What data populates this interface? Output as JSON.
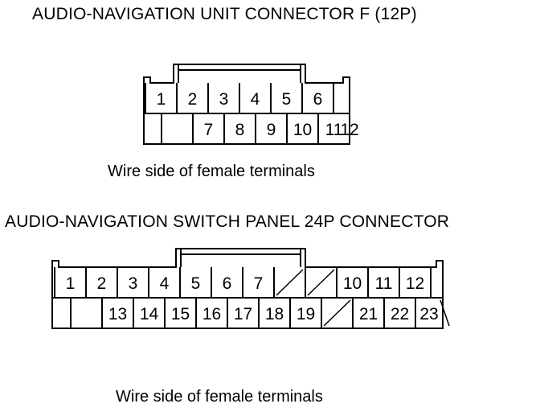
{
  "connector_f": {
    "title": "AUDIO-NAVIGATION UNIT CONNECTOR F (12P)",
    "caption": "Wire side of female terminals",
    "top_row": [
      "1",
      "2",
      "3",
      "4",
      "5",
      "6",
      ""
    ],
    "bottom_row": [
      "",
      "7",
      "8",
      "9",
      "10",
      "11",
      "12"
    ]
  },
  "connector_24p": {
    "title": "AUDIO-NAVIGATION SWITCH PANEL 24P CONNECTOR",
    "caption": "Wire side of female terminals",
    "top_row": [
      "1",
      "2",
      "3",
      "4",
      "5",
      "6",
      "7",
      "/",
      "/",
      "10",
      "11",
      "12",
      ""
    ],
    "bottom_row": [
      "",
      "13",
      "14",
      "15",
      "16",
      "17",
      "18",
      "19",
      "/",
      "21",
      "22",
      "23",
      "/"
    ]
  }
}
